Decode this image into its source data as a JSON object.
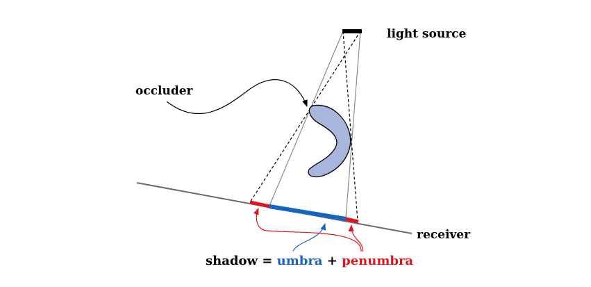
{
  "labels": {
    "light_source": "light source",
    "occluder": "occluder",
    "receiver": "receiver"
  },
  "equation": {
    "shadow": "shadow",
    "equals": " = ",
    "umbra": "umbra",
    "plus": " + ",
    "penumbra": "penumbra"
  },
  "colors": {
    "umbra": "#1565c0",
    "penumbra": "#e0141e",
    "occluder_fill": "#a8b6dd",
    "receiver_line": "#6a6a6a"
  }
}
